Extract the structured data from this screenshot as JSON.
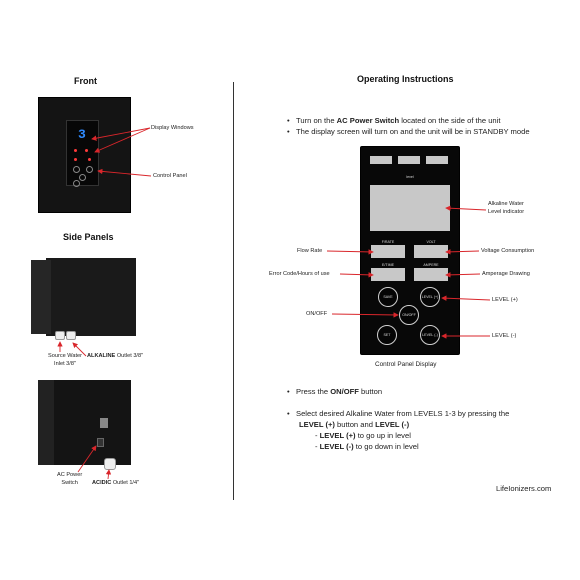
{
  "front": {
    "heading": "Front",
    "digit": "3",
    "labels": {
      "display_windows": "Display Windows",
      "control_panel": "Control Panel"
    }
  },
  "side_panels": {
    "heading": "Side Panels",
    "source_water": {
      "line1": "Source Water",
      "line2": "Inlet 3/8\""
    },
    "alkaline_bold": "ALKALINE",
    "alkaline_rest": " Outlet 3/8\"",
    "ac_power": {
      "line1": "AC Power",
      "line2": "Switch"
    },
    "acidic_bold": "ACIDIC",
    "acidic_rest": " Outlet 1/4\""
  },
  "instructions": {
    "heading": "Operating Instructions",
    "bullet1_pre": "Turn on the ",
    "bullet1_bold": "AC Power Switch",
    "bullet1_post": " located on the side of the unit",
    "bullet2": "The display screen will turn on and the unit will be in STANDBY mode",
    "bullet3_pre": "Press the ",
    "bullet3_bold": "ON/OFF",
    "bullet3_post": " button",
    "bullet4_line1": "Select desired Alkaline Water from LEVELS 1-3 by pressing the",
    "bullet4_l2_bold1": "LEVEL (+)",
    "bullet4_l2_mid": " button and ",
    "bullet4_l2_bold2": "LEVEL (-)",
    "sub1_pre": "- ",
    "sub1_bold": "LEVEL (+)",
    "sub1_post": " to go up in level",
    "sub2_pre": "- ",
    "sub2_bold": "LEVEL (-)",
    "sub2_post": " to go down in level"
  },
  "panel": {
    "caption": "Control Panel Display",
    "level_label": "level",
    "slot_labels": {
      "flow": "F/RATE",
      "volt": "VOLT",
      "time": "E/TIME",
      "ampere": "AMPERE"
    },
    "buttons": {
      "save": "SAVE",
      "level_plus": "LEVEL (+)",
      "onoff": "ON/OFF",
      "set": "SET",
      "level_minus": "LEVEL (-)"
    }
  },
  "callouts": {
    "alkaline_indicator": {
      "line1": "Alkaline Water",
      "line2": "Level indicator"
    },
    "flow_rate": "Flow Rate",
    "voltage": "Voltage Consumption",
    "error_code": "Error Code/Hours of use",
    "amperage": "Amperage Drawing",
    "onoff": "ON/OFF",
    "level_plus": "LEVEL (+)",
    "level_minus": "LEVEL (-)"
  },
  "footer": {
    "brand": "LifeIonizers.com"
  },
  "colors": {
    "arrow": "#d9262b",
    "panel": "#080808",
    "digit": "#2f8bff"
  }
}
